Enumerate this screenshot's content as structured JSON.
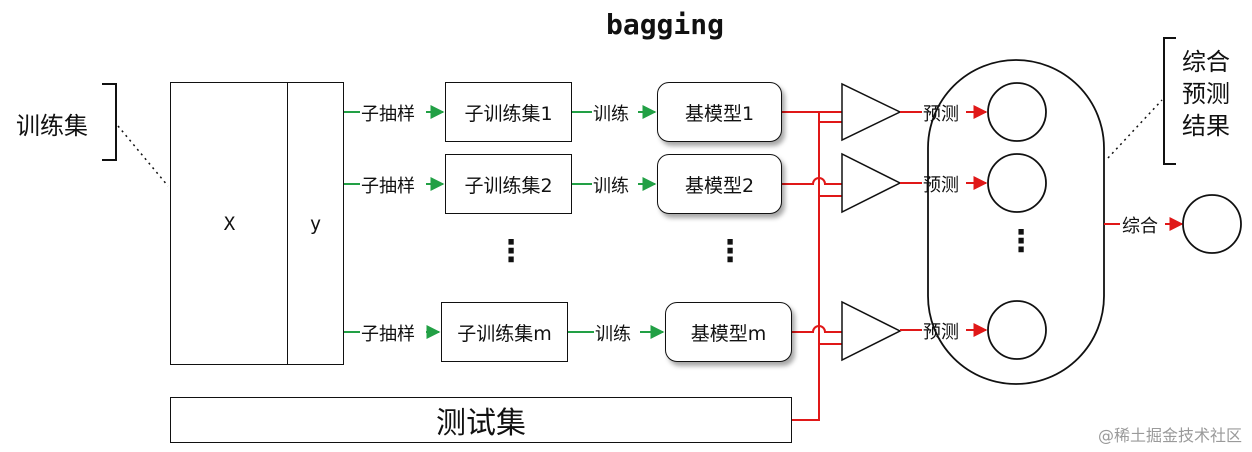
{
  "diagram": {
    "title": "bagging",
    "training_set_label": "训练集",
    "x_label": "X",
    "y_label": "y",
    "test_set_label": "测试集",
    "subsample_label": "子抽样",
    "train_label": "训练",
    "predict_label": "预测",
    "combine_label": "综合",
    "combined_result_label": "综合\n预测\n结果",
    "rows": [
      {
        "subset": "子训练集1",
        "model": "基模型1"
      },
      {
        "subset": "子训练集2",
        "model": "基模型2"
      },
      {
        "subset": "子训练集m",
        "model": "基模型m"
      }
    ],
    "dots": "⋮",
    "watermark": "@稀土掘金技术社区",
    "colors": {
      "arrow_green": "#22a045",
      "arrow_red": "#e01818",
      "line": "#111111"
    }
  }
}
